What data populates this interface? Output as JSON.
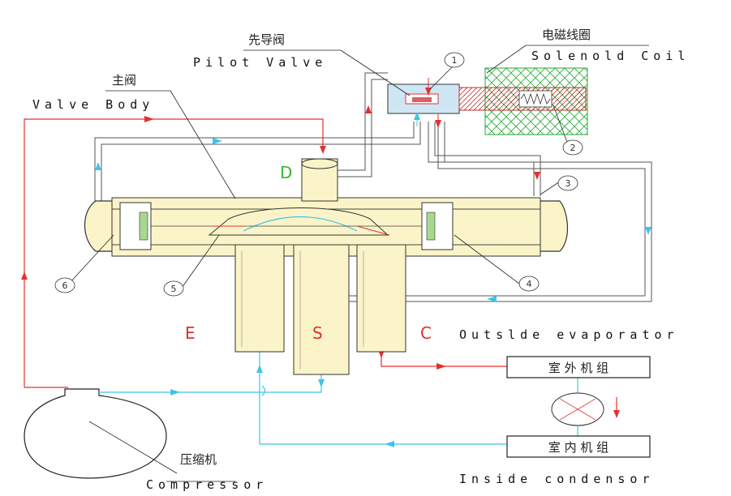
{
  "labels": {
    "pilot_valve_cn": "先导阀",
    "pilot_valve_en": "Pilot Valve",
    "solenoid_coil_cn": "电磁线圈",
    "solenoid_coil_en": "Solenold Coil",
    "main_valve_cn": "主阀",
    "valve_body_en": "Valve Body",
    "compressor_cn": "压缩机",
    "compressor_en": "Compressor",
    "outside_unit_cn": "室 外 机 组",
    "inside_unit_cn": "室 内 机 组",
    "outside_evaporator_en": "Outslde evaporator",
    "inside_condensor_en": "Inside condensor"
  },
  "ports": {
    "d": "D",
    "e": "E",
    "s": "S",
    "c": "C"
  },
  "callouts": [
    "1",
    "2",
    "3",
    "4",
    "5",
    "6"
  ],
  "colors": {
    "hot_line": "#e53030",
    "cold_line": "#3fc4e8",
    "valve_fill": "#fbf4c8",
    "solenoid": "#22aa33",
    "plunger": "#e06060",
    "port_label": "#e03030",
    "d_label": "#33bb33"
  }
}
